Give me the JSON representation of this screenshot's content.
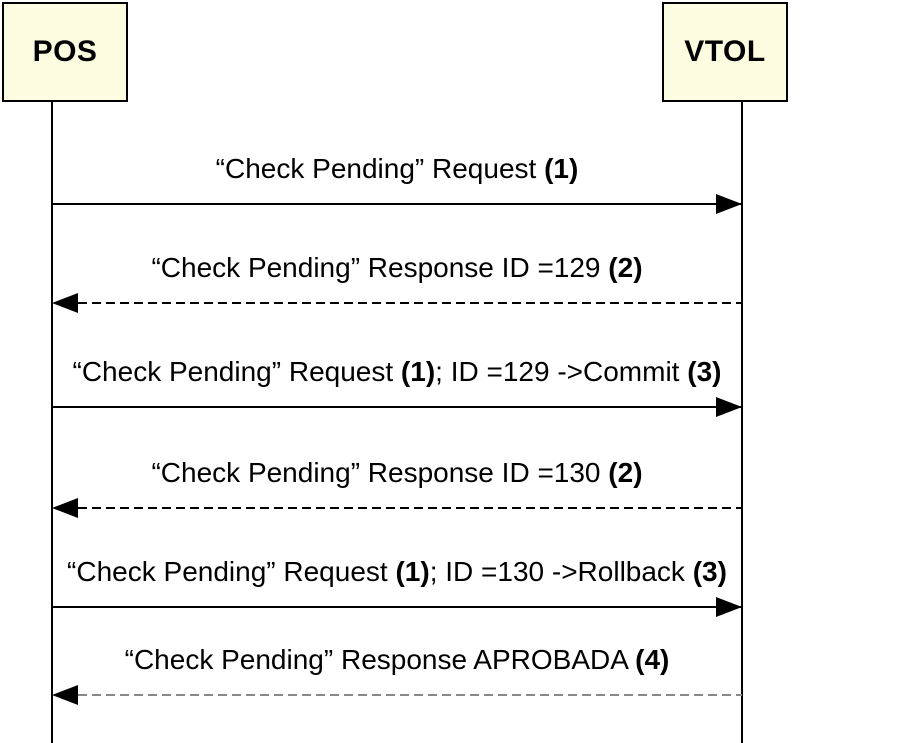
{
  "actors": [
    {
      "label": "POS"
    },
    {
      "label": "VTOL"
    }
  ],
  "messages": [
    {
      "parts": [
        "“Check Pending” Request ",
        "(1)"
      ],
      "direction": "right",
      "line_style": "solid"
    },
    {
      "parts": [
        "“Check Pending” Response ID =129 ",
        "(2)"
      ],
      "direction": "left",
      "line_style": "dashed"
    },
    {
      "parts": [
        "“Check Pending” Request ",
        "(1)",
        "; ID =129 ->Commit ",
        "(3)"
      ],
      "direction": "right",
      "line_style": "solid"
    },
    {
      "parts": [
        "“Check Pending” Response ID =130 ",
        "(2)"
      ],
      "direction": "left",
      "line_style": "dashed"
    },
    {
      "parts": [
        "“Check Pending” Request ",
        "(1)",
        "; ID =130 ->Rollback ",
        "(3)"
      ],
      "direction": "right",
      "line_style": "solid"
    },
    {
      "parts": [
        "“Check Pending” Response APROBADA ",
        "(4)"
      ],
      "direction": "left",
      "line_style": "dashed-faded"
    }
  ],
  "colors": {
    "actor_fill": "#FCFCE0",
    "actor_border": "#000000",
    "message_line": "#000000",
    "faded_dash": "#888888"
  }
}
